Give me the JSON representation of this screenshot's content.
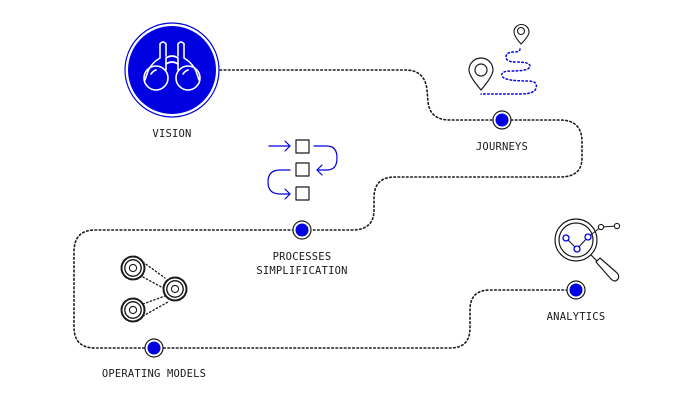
{
  "colors": {
    "accent": "#0000e0",
    "ink": "#1a1a1a",
    "path": "#1a1a1a",
    "background": "#ffffff"
  },
  "stages": [
    {
      "id": "vision",
      "label": "VISION",
      "icon": "binoculars-icon"
    },
    {
      "id": "journeys",
      "label": "JOURNEYS",
      "icon": "map-route-icon"
    },
    {
      "id": "processes",
      "label": "PROCESSES\nSIMPLIFICATION",
      "icon": "process-flow-icon"
    },
    {
      "id": "analytics",
      "label": "ANALYTICS",
      "icon": "magnifier-chart-icon"
    },
    {
      "id": "operating",
      "label": "OPERATING MODELS",
      "icon": "gears-network-icon"
    }
  ]
}
